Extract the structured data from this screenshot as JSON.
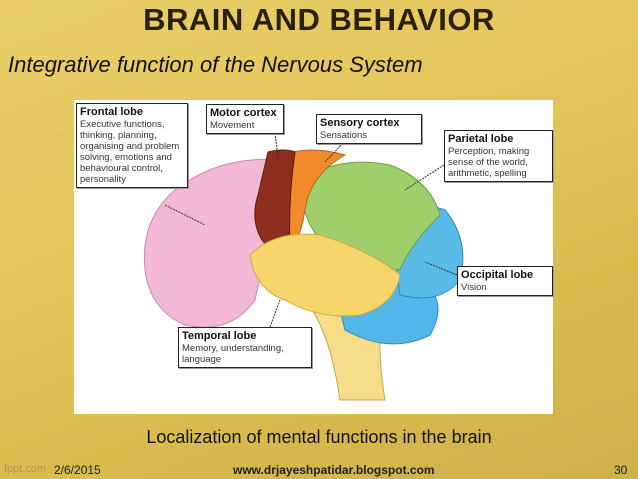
{
  "title": "BRAIN AND BEHAVIOR",
  "subtitle": "Integrative function of the Nervous System",
  "labels": {
    "frontal": {
      "name": "Frontal lobe",
      "desc": "Executive functions, thinking, planning, organising and problem solving, emotions and behavioural control, personality"
    },
    "motor": {
      "name": "Motor cortex",
      "desc": "Movement"
    },
    "sensory": {
      "name": "Sensory cortex",
      "desc": "Sensations"
    },
    "parietal": {
      "name": "Parietal lobe",
      "desc": "Perception, making sense of the world, arithmetic, spelling"
    },
    "occipital": {
      "name": "Occipital lobe",
      "desc": "Vision"
    },
    "temporal": {
      "name": "Temporal lobe",
      "desc": "Memory, understanding, language"
    }
  },
  "caption": "Localization of mental functions in the brain",
  "footer": {
    "watermark": "fppt.com",
    "date": "2/6/2015",
    "website": "www.drjayeshpatidar.blogspot.com",
    "page": "30"
  },
  "colors": {
    "frontal": "#f3b8d6",
    "motor": "#8e2e1e",
    "sensory": "#f08a2a",
    "parietal": "#9fcf6a",
    "occipital": "#5bbbe8",
    "temporal": "#f6d66a"
  }
}
